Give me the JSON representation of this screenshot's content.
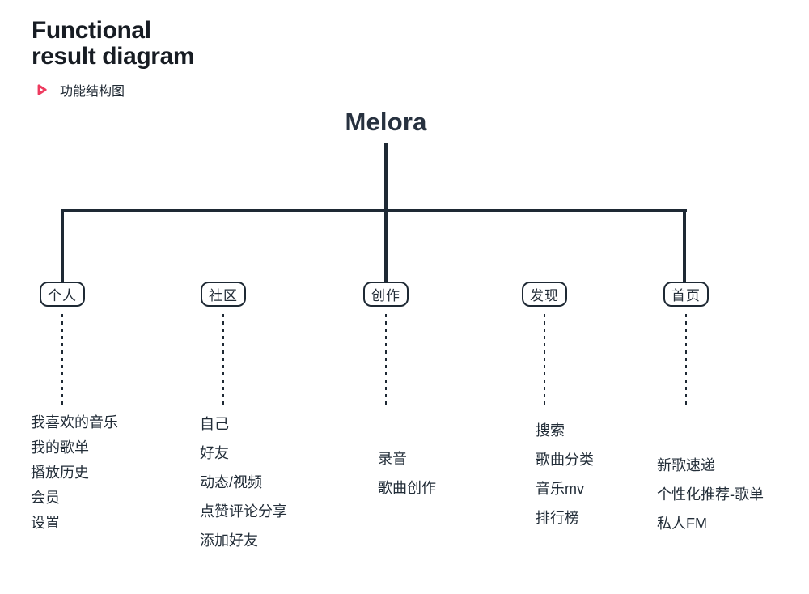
{
  "header": {
    "title_line1": "Functional",
    "title_line2": "result diagram",
    "subtitle": "功能结构图"
  },
  "diagram": {
    "root": "Melora",
    "branches": [
      {
        "label": "个人",
        "items": [
          "我喜欢的音乐",
          "我的歌单",
          "播放历史",
          "会员",
          "设置"
        ]
      },
      {
        "label": "社区",
        "items": [
          "自己",
          "好友",
          "动态/视频",
          "点赞评论分享",
          "添加好友"
        ]
      },
      {
        "label": "创作",
        "items": [
          "录音",
          "歌曲创作"
        ]
      },
      {
        "label": "发现",
        "items": [
          "搜索",
          "歌曲分类",
          "音乐mv",
          "排行榜"
        ]
      },
      {
        "label": "首页",
        "items": [
          "新歌速递",
          "个性化推荐-歌单",
          "私人FM"
        ]
      }
    ]
  },
  "theme": {
    "ink": "#1e2934",
    "title-ink": "#171c23",
    "accent": "#ee3b5f",
    "bg": "#ffffff"
  }
}
